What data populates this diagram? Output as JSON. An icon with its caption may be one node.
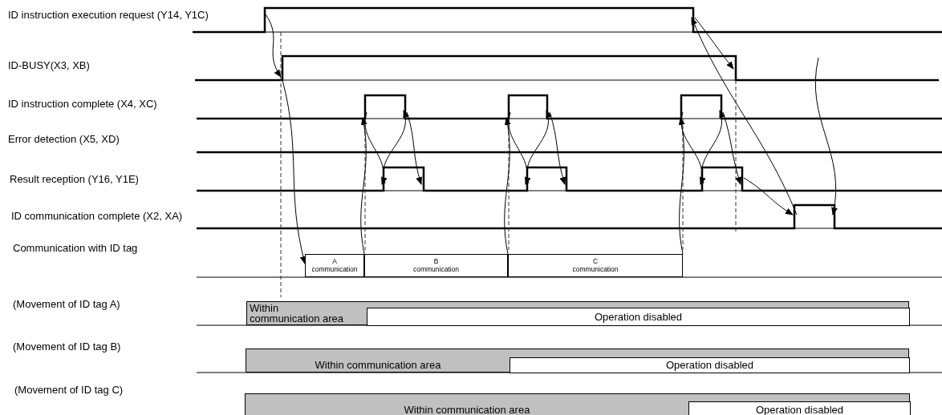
{
  "diagram": {
    "nodes": [
      {
        "text": [
          "A communication"
        ]
      },
      {
        "text": [
          "B communication"
        ]
      },
      {
        "text": [
          "C communication"
        ]
      },
      {
        "text": [
          "Within communication area"
        ]
      },
      {
        "text": [
          "Operation disabled"
        ],
        "in": 3
      },
      {
        "text": [
          "Within communication area"
        ]
      },
      {
        "text": [
          "Operation disabled"
        ],
        "in": 5
      },
      {
        "text": [
          "Within communication area"
        ]
      },
      {
        "text": [
          "Operation disabled"
        ],
        "in": 7
      }
    ],
    "edges": [
      {
        "from": null,
        "to": 0,
        "arrow": "to"
      },
      {
        "from": 0,
        "to": null,
        "arrow": "to"
      },
      {
        "from": 1,
        "to": null,
        "arrow": "to"
      },
      {
        "from": 2,
        "to": null,
        "arrow": "to"
      }
    ],
    "labels": [
      "ID instruction execution request (Y14, Y1C)",
      "ID-BUSY(X3, XB)",
      "ID instruction complete (X4, XC)",
      "Error detection (X5, XD)",
      "Result reception (Y16, Y1E)",
      "ID communication complete (X2, XA)",
      "Communication with ID tag",
      "(Movement of ID tag A)",
      "(Movement of ID tag B)",
      "(Movement of ID tag C)"
    ]
  }
}
